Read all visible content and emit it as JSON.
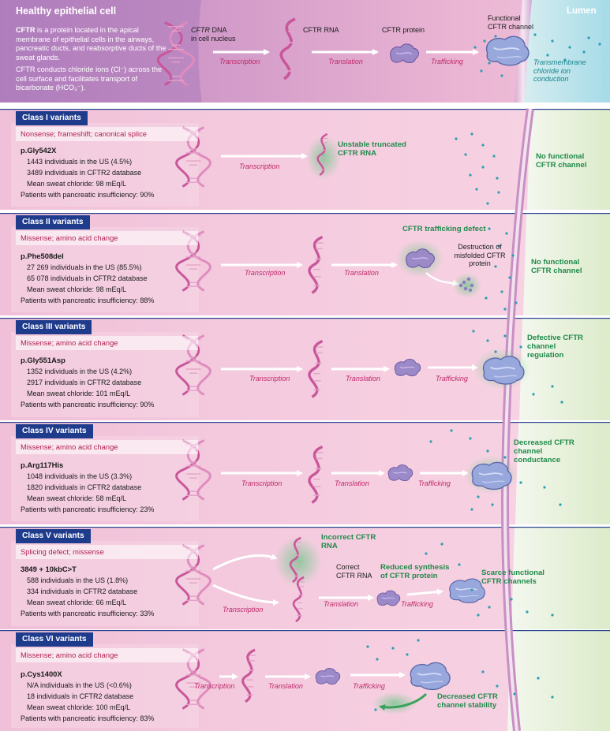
{
  "header": {
    "title": "Healthy epithelial cell",
    "lumen": "Lumen",
    "desc_bold": "CFTR",
    "desc1": " is a protein located in the apical membrane of epithelial cells in the airways, pancreatic ducts, and reabsorptive ducts of the sweat glands.",
    "desc2": "CFTR conducts chloride ions (Cl⁻) across the cell surface and facilitates transport of bicarbonate (HCO₃⁻).",
    "dna_label_italic": "CFTR",
    "dna_label_rest": " DNA",
    "dna_label_line2": "in cell nucleus",
    "rna_label": "CFTR RNA",
    "protein_label": "CFTR protein",
    "channel_label_1": "Functional",
    "channel_label_2": "CFTR channel",
    "transcription": "Transcription",
    "translation": "Translation",
    "trafficking": "Trafficking",
    "ion_1": "Transmembrane",
    "ion_2": "chloride ion",
    "ion_3": "conduction"
  },
  "classes": [
    {
      "title": "Class I variants",
      "subtitle": "Nonsense; frameshift; canonical splice",
      "variant": "p.Gly542X",
      "us": "1443 individuals in the US (4.5%)",
      "db": "3489 individuals in CFTR2 database",
      "sweat": "Mean sweat chloride: 98 mEq/L",
      "pancreatic": "Patients with pancreatic insufficiency: 90%",
      "transcription": "Transcription",
      "rna_defect": "Unstable truncated CFTR RNA",
      "outcome": "No functional CFTR channel"
    },
    {
      "title": "Class II variants",
      "subtitle": "Missense; amino acid change",
      "variant": "p.Phe508del",
      "us": "27 269 individuals in the US (85.5%)",
      "db": "65 078 individuals in CFTR2 database",
      "sweat": "Mean sweat chloride: 98 mEq/L",
      "pancreatic": "Patients with pancreatic insufficiency: 88%",
      "transcription": "Transcription",
      "translation": "Translation",
      "defect": "CFTR trafficking defect",
      "destruction": "Destruction of misfolded CFTR protein",
      "outcome": "No functional CFTR channel"
    },
    {
      "title": "Class III variants",
      "subtitle": "Missense; amino acid change",
      "variant": "p.Gly551Asp",
      "us": "1352 individuals in the US (4.2%)",
      "db": "2917 individuals in CFTR2 database",
      "sweat": "Mean sweat chloride: 101 mEq/L",
      "pancreatic": "Patients with pancreatic insufficiency: 90%",
      "transcription": "Transcription",
      "translation": "Translation",
      "trafficking": "Trafficking",
      "outcome": "Defective CFTR channel regulation"
    },
    {
      "title": "Class IV variants",
      "subtitle": "Missense; amino acid change",
      "variant": "p.Arg117His",
      "us": "1048 individuals in the US (3.3%)",
      "db": "1820 individuals in CFTR2 database",
      "sweat": "Mean sweat chloride: 58 mEq/L",
      "pancreatic": "Patients with pancreatic insufficiency: 23%",
      "transcription": "Transcription",
      "translation": "Translation",
      "trafficking": "Trafficking",
      "outcome": "Decreased CFTR channel conductance"
    },
    {
      "title": "Class V variants",
      "subtitle": "Splicing defect; missense",
      "variant": "3849 + 10kbC>T",
      "us": "588 individuals in the US (1.8%)",
      "db": "334 individuals in CFTR2 database",
      "sweat": "Mean sweat chloride: 66 mEq/L",
      "pancreatic": "Patients with pancreatic insufficiency: 33%",
      "transcription": "Transcription",
      "translation": "Translation",
      "trafficking": "Trafficking",
      "incorrect": "Incorrect CFTR RNA",
      "correct_1": "Correct",
      "correct_2": "CFTR RNA",
      "reduced": "Reduced synthesis of CFTR protein",
      "outcome": "Scarce functional CFTR channels"
    },
    {
      "title": "Class VI variants",
      "subtitle": "Missense; amino acid change",
      "variant": "p.Cys1400X",
      "us": "N/A individuals in the US (<0.6%)",
      "db": "18 individuals in CFTR2 database",
      "sweat": "Mean sweat chloride: 100 mEq/L",
      "pancreatic": "Patients with pancreatic insufficiency: 83%",
      "transcription": "Transcription",
      "translation": "Translation",
      "trafficking": "Trafficking",
      "outcome": "Decreased CFTR channel stability"
    }
  ],
  "colors": {
    "header_purple": "#a474b0",
    "panel_pink": "#f2c6dc",
    "membrane": "#ead0e8",
    "lumen_blue": "#bde3ec",
    "lumen_green": "#e7f1d9",
    "class_title_blue": "#1f3b8c",
    "subtitle_red": "#b11e4e",
    "process_pink": "#c0286a",
    "outcome_green": "#1f8a4a",
    "ion_teal": "#17838c",
    "dna_pink": "#cf6aa3",
    "protein_purple": "#8f7cc2",
    "channel_blue": "#93a3dc"
  }
}
